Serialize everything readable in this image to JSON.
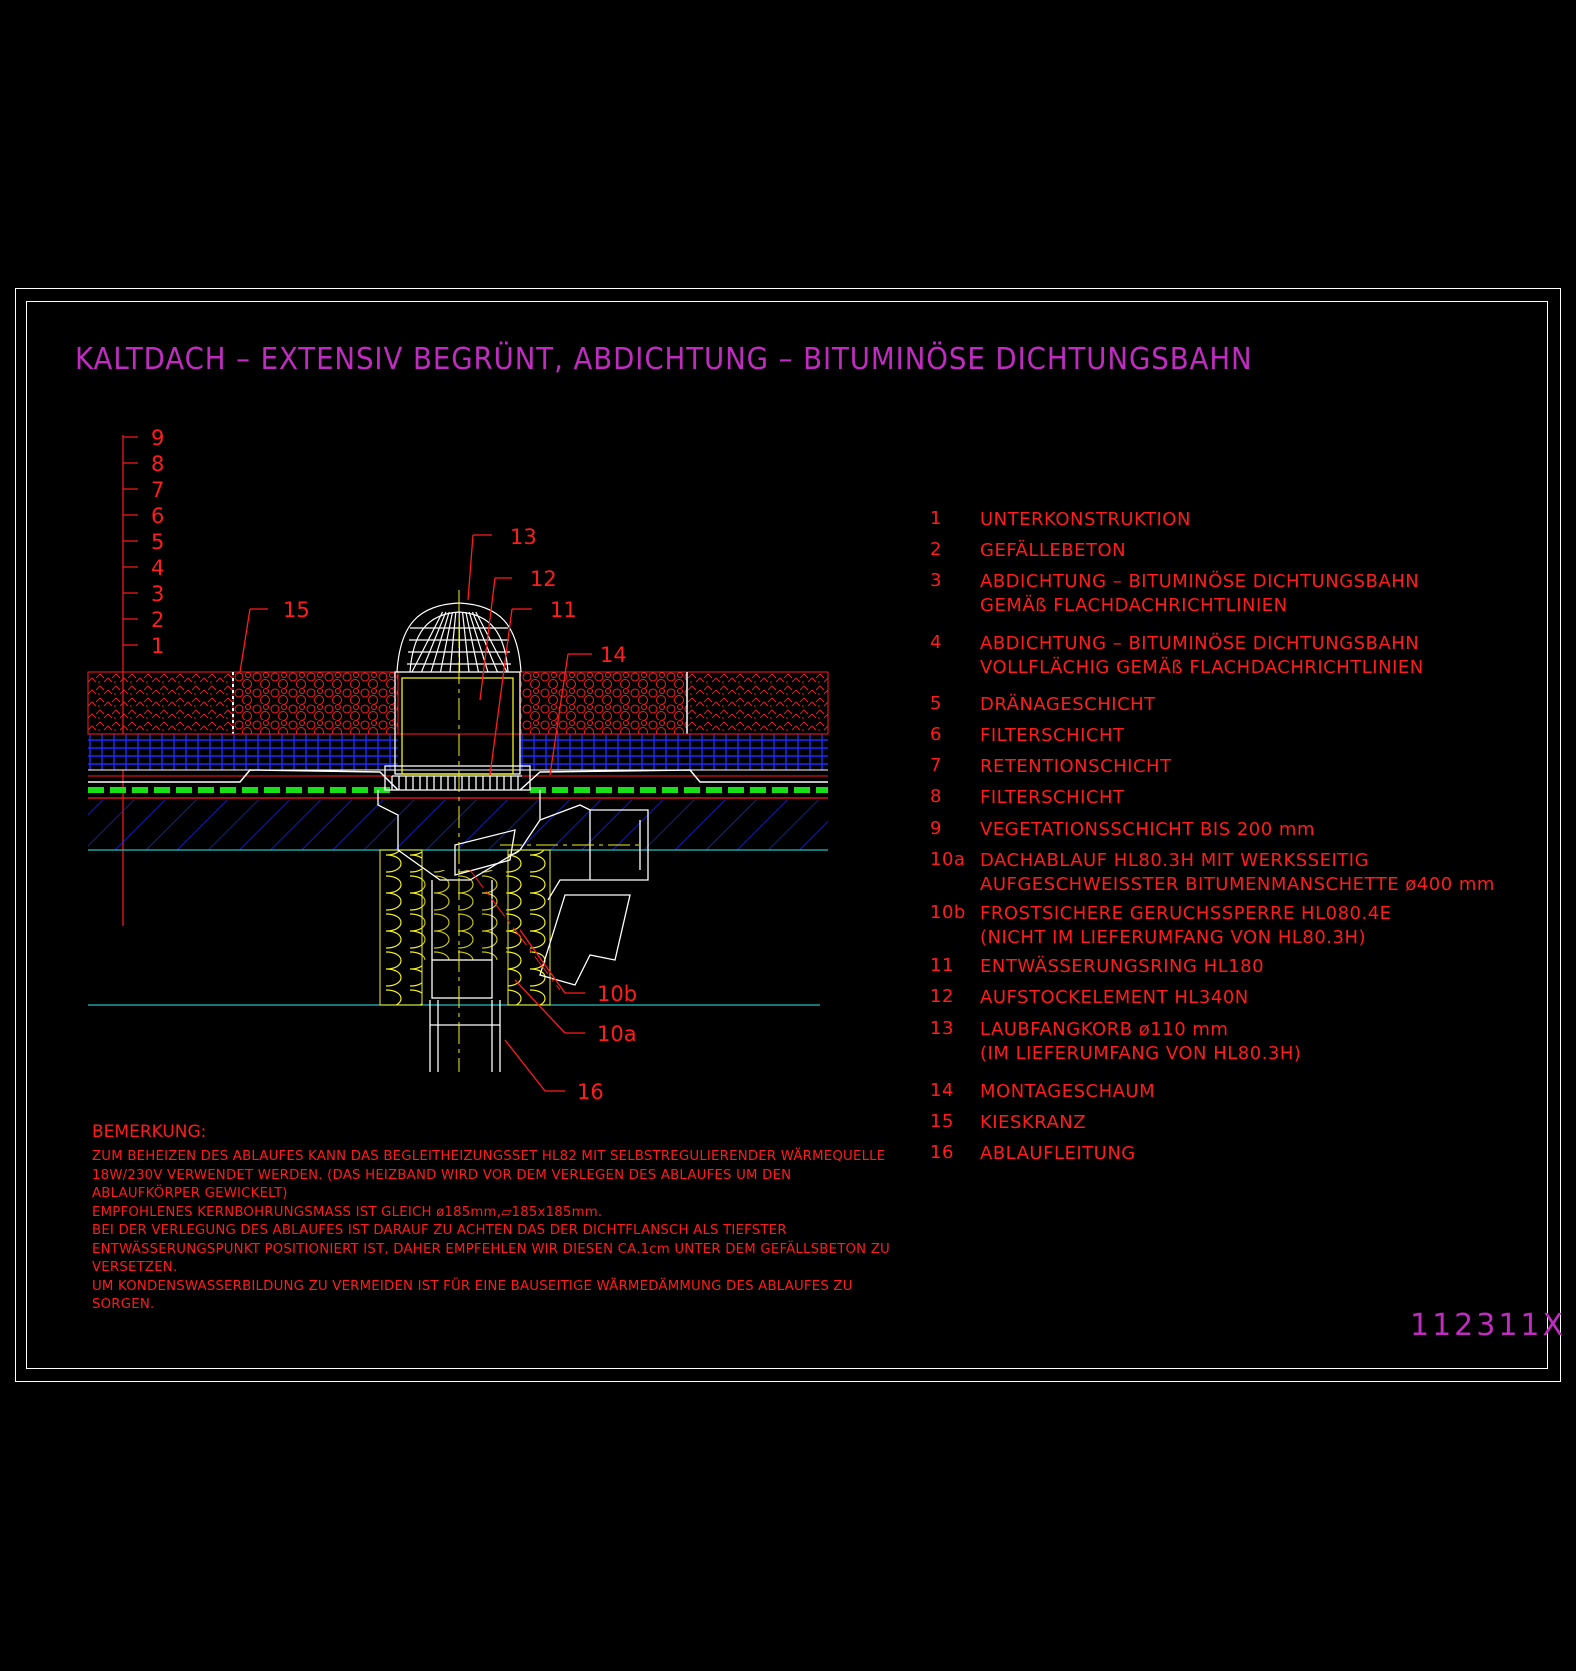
{
  "title": "KALTDACH – EXTENSIV BEGRÜNT, ABDICHTUNG – BITUMINÖSE DICHTUNGSBAHN",
  "drawing_number": "112311X",
  "colors": {
    "background": "#000000",
    "title": "#c02cc0",
    "text": "#ff1c1c",
    "frame": "#ffffff",
    "green": "#18e018",
    "blue": "#1030ff",
    "cyan": "#20c0c0",
    "yellow": "#f0f020"
  },
  "layer_scale": [
    "9",
    "8",
    "7",
    "6",
    "5",
    "4",
    "3",
    "2",
    "1"
  ],
  "callouts": {
    "c13": "13",
    "c12": "12",
    "c11": "11",
    "c15": "15",
    "c14": "14",
    "c10b": "10b",
    "c10a": "10a",
    "c16": "16"
  },
  "legend": [
    {
      "num": "1",
      "lines": [
        "UNTERKONSTRUKTION"
      ]
    },
    {
      "num": "2",
      "lines": [
        "GEFÄLLEBETON"
      ]
    },
    {
      "num": "3",
      "lines": [
        "ABDICHTUNG – BITUMINÖSE DICHTUNGSBAHN",
        "GEMÄß FLACHDACHRICHTLINIEN"
      ]
    },
    {
      "num": "4",
      "lines": [
        "ABDICHTUNG – BITUMINÖSE DICHTUNGSBAHN",
        "VOLLFLÄCHIG GEMÄß FLACHDACHRICHTLINIEN"
      ]
    },
    {
      "num": "5",
      "lines": [
        "DRÄNAGESCHICHT"
      ]
    },
    {
      "num": "6",
      "lines": [
        "FILTERSCHICHT"
      ]
    },
    {
      "num": "7",
      "lines": [
        "RETENTIONSCHICHT"
      ]
    },
    {
      "num": "8",
      "lines": [
        "FILTERSCHICHT"
      ]
    },
    {
      "num": "9",
      "lines": [
        "VEGETATIONSSCHICHT BIS 200 mm"
      ]
    },
    {
      "num": "10a",
      "lines": [
        "DACHABLAUF HL80.3H MIT WERKSSEITIG",
        "AUFGESCHWEISSTER BITUMENMANSCHETTE ø400 mm"
      ]
    },
    {
      "num": "10b",
      "lines": [
        "FROSTSICHERE GERUCHSSPERRE HL080.4E",
        "(NICHT IM LIEFERUMFANG VON HL80.3H)"
      ]
    },
    {
      "num": "11",
      "lines": [
        "ENTWÄSSERUNGSRING HL180"
      ]
    },
    {
      "num": "12",
      "lines": [
        "AUFSTOCKELEMENT HL340N"
      ]
    },
    {
      "num": "13",
      "lines": [
        "LAUBFANGKORB ø110 mm",
        "(IM LIEFERUMFANG VON HL80.3H)"
      ]
    },
    {
      "num": "14",
      "lines": [
        "MONTAGESCHAUM"
      ]
    },
    {
      "num": "15",
      "lines": [
        "KIESKRANZ"
      ]
    },
    {
      "num": "16",
      "lines": [
        "ABLAUFLEITUNG"
      ]
    }
  ],
  "remark": {
    "heading": "BEMERKUNG:",
    "lines": [
      "ZUM BEHEIZEN DES ABLAUFES KANN DAS BEGLEITHEIZUNGSSET HL82 MIT SELBSTREGULIERENDER WÄRMEQUELLE",
      "18W/230V VERWENDET WERDEN. (DAS HEIZBAND WIRD VOR DEM VERLEGEN DES ABLAUFES UM DEN",
      "ABLAUFKÖRPER GEWICKELT)",
      "EMPFOHLENES KERNBOHRUNGSMASS IST GLEICH ø185mm,▱185x185mm.",
      "BEI DER VERLEGUNG DES ABLAUFES IST DARAUF ZU ACHTEN DAS DER DICHTFLANSCH ALS TIEFSTER",
      "ENTWÄSSERUNGSPUNKT POSITIONIERT IST, DAHER EMPFEHLEN WIR DIESEN CA.1cm UNTER DEM GEFÄLLSBETON ZU",
      "VERSETZEN.",
      "UM KONDENSWASSERBILDUNG ZU VERMEIDEN IST FÜR EINE BAUSEITIGE WÄRMEDÄMMUNG DES ABLAUFES ZU",
      "SORGEN."
    ]
  }
}
